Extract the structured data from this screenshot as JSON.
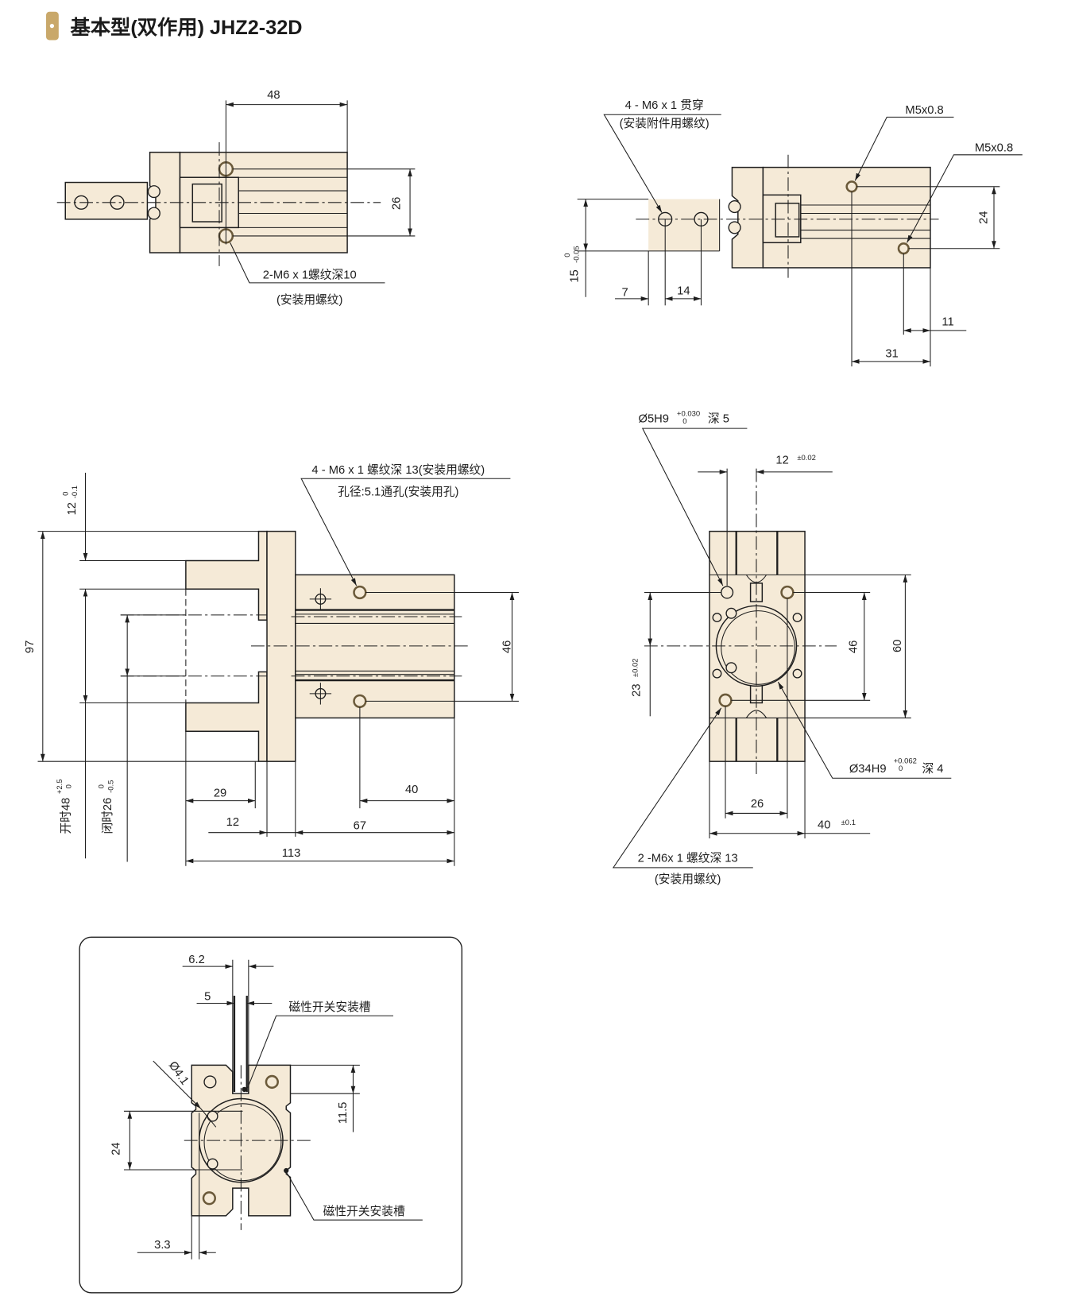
{
  "title": "基本型(双作用) JHZ2-32D",
  "colors": {
    "accent": "#c9a86a",
    "body_fill": "#f5ead7"
  },
  "view_top_left": {
    "dim_48": "48",
    "dim_26": "26",
    "note_line1": "2-M6 x 1螺纹深10",
    "note_line2": "(安装用螺纹)"
  },
  "view_top_right": {
    "note_line1": "4 - M6 x 1 贯穿",
    "note_line2": "(安装附件用螺纹)",
    "m5_a": "M5x0.8",
    "m5_b": "M5x0.8",
    "dim_24": "24",
    "dim_15": "15",
    "dim_15_tol_upper": "0",
    "dim_15_tol_lower": "-0.05",
    "dim_7": "7",
    "dim_14": "14",
    "dim_11": "11",
    "dim_31": "31"
  },
  "view_side": {
    "note_line1": "4 - M6 x 1 螺纹深 13(安装用螺纹)",
    "note_line2": "孔径:5.1通孔(安装用孔)",
    "dim_12_top": "12",
    "dim_12_tol_upper": "0",
    "dim_12_tol_lower": "-0.1",
    "dim_97": "97",
    "open_stroke": "开时48",
    "open_tol_upper": "+2.5",
    "open_tol_lower": "0",
    "closed_stroke": "闭时26",
    "closed_tol_upper": "0",
    "closed_tol_lower": "-0.5",
    "dim_46": "46",
    "dim_29": "29",
    "dim_40": "40",
    "dim_12_bottom": "12",
    "dim_67": "67",
    "dim_113": "113"
  },
  "view_end": {
    "pin_note": "Ø5H9",
    "pin_tol_upper": "+0.030",
    "pin_tol_lower": "0",
    "pin_depth": "深 5",
    "dim_12": "12",
    "dim_12_tol": "±0.02",
    "dim_23": "23",
    "dim_23_tol": "±0.02",
    "dim_46": "46",
    "dim_60": "60",
    "bore_note": "Ø34H9",
    "bore_tol_upper": "+0.062",
    "bore_tol_lower": "0",
    "bore_depth": "深 4",
    "dim_26": "26",
    "dim_40": "40",
    "dim_40_tol": "±0.1",
    "thread_note_line1": "2 -M6x 1 螺纹深 13",
    "thread_note_line2": "(安装用螺纹)"
  },
  "view_switch": {
    "dim_6_2": "6.2",
    "dim_5": "5",
    "slot_label_top": "磁性开关安装槽",
    "slot_label_bottom": "磁性开关安装槽",
    "dia_4_1": "Ø4.1",
    "dim_11_5": "11.5",
    "dim_24": "24",
    "dim_3_3": "3.3"
  }
}
